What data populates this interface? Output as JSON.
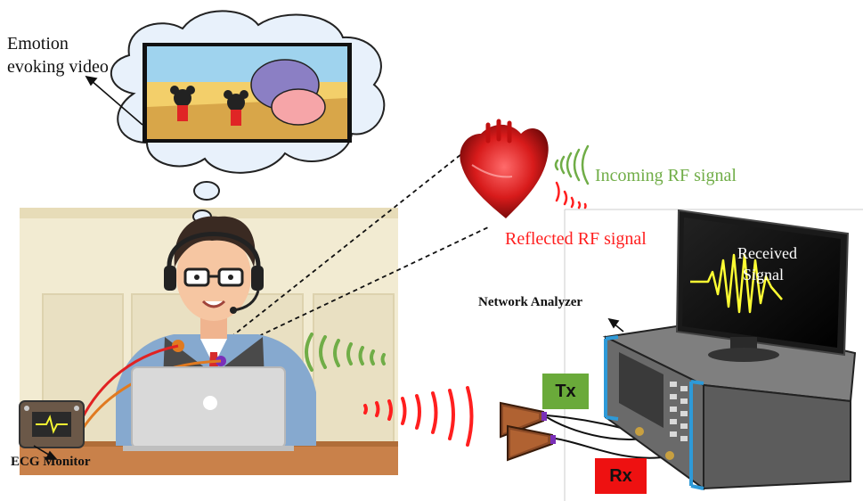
{
  "labels": {
    "emotion_line1": "Emotion",
    "emotion_line2": "evoking video",
    "incoming": "Incoming RF signal",
    "reflected": "Reflected RF signal",
    "received_line1": "Received",
    "received_line2": "Signal",
    "network_analyzer": "Network Analyzer",
    "ecg_monitor": "ECG Monitor",
    "tx": "Tx",
    "rx": "Rx"
  },
  "colors": {
    "incoming_wave": "#70ad47",
    "reflected_wave": "#ff1f1f",
    "tx_tag": "#6aaa3a",
    "rx_tag": "#ee1111",
    "signal_trace": "#ffff33",
    "analyzer_frame": "#2e9ad8"
  },
  "icons": {
    "thought_cloud": "thought-bubble",
    "video_frame": "cartoon-video-frame",
    "heart": "anatomical-heart",
    "person": "person-with-headset",
    "laptop": "laptop",
    "ecg_device": "ecg-monitor-device",
    "monitor": "display-monitor",
    "network_analyzer": "network-analyzer",
    "antennas": "horn-antennas"
  }
}
